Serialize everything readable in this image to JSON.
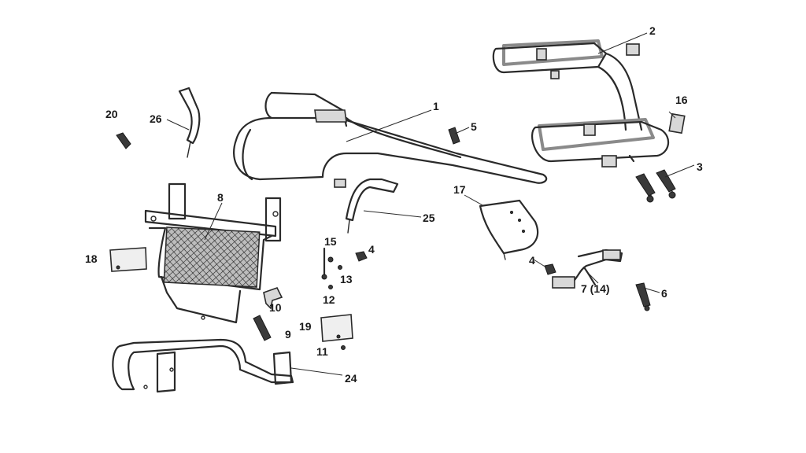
{
  "callouts": {
    "c1": "1",
    "c2": "2",
    "c3": "3",
    "c4a": "4",
    "c4b": "4",
    "c5": "5",
    "c6": "6",
    "c7": "7 (14)",
    "c8": "8",
    "c9": "9",
    "c10": "10",
    "c11": "11",
    "c12": "12",
    "c13": "13",
    "c15": "15",
    "c16": "16",
    "c17": "17",
    "c18": "18",
    "c19": "19",
    "c20": "20",
    "c24": "24",
    "c25": "25",
    "c26": "26"
  },
  "colors": {
    "line": "#2a2a2a",
    "tube_outline": "#8a8a8a",
    "mesh": "#3a3a3a"
  }
}
